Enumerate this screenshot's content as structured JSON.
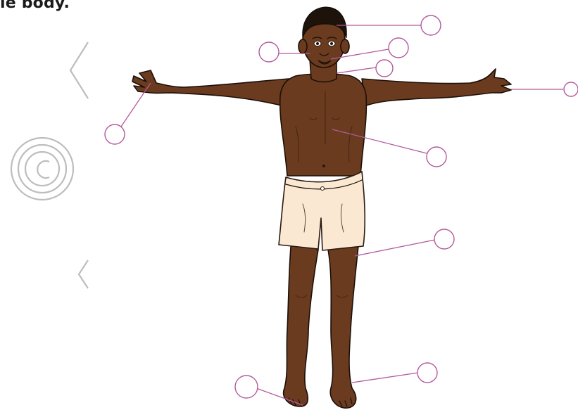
{
  "title": "le body.",
  "colors": {
    "leader": "#b35a9c",
    "skin": "#6a3b1f",
    "shorts": "#fbe8d2",
    "watermark": "#bdbdbd"
  },
  "labels": [
    {
      "id": "hair",
      "text": ""
    },
    {
      "id": "ear",
      "text": ""
    },
    {
      "id": "nose",
      "text": ""
    },
    {
      "id": "neck",
      "text": ""
    },
    {
      "id": "right-hand",
      "text": ""
    },
    {
      "id": "left-hand",
      "text": ""
    },
    {
      "id": "chest",
      "text": ""
    },
    {
      "id": "leg",
      "text": ""
    },
    {
      "id": "right-foot",
      "text": ""
    },
    {
      "id": "left-foot",
      "text": ""
    }
  ]
}
